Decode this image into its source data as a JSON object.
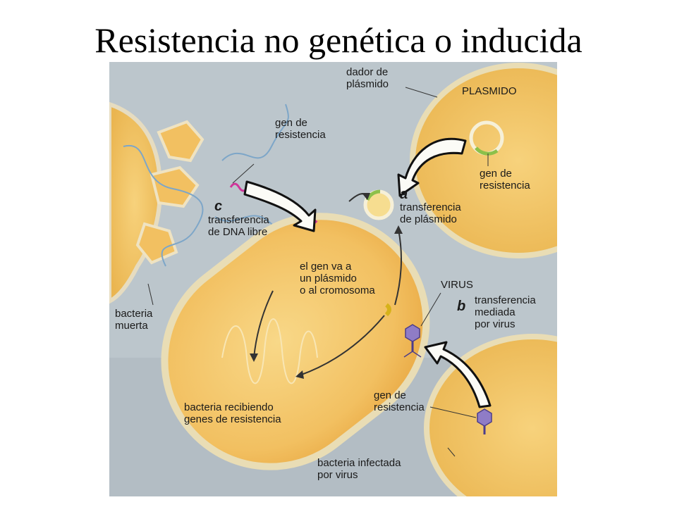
{
  "slide": {
    "title": "Resistencia no genética o inducida"
  },
  "colors": {
    "background": "#bcc6cc",
    "cell_fill": "#f2c061",
    "cell_outline": "#e9ddb5",
    "dna": "#7da6c8",
    "resistance_gene": "#d0349a",
    "arrow": "#111111"
  },
  "figure": {
    "labels": {
      "plasmid_donor": [
        "dador de",
        "plásmido"
      ],
      "plasmid": "PLASMIDO",
      "plasmid_gene": [
        "gen de",
        "resistencia"
      ],
      "free_dna_gene": [
        "gen de",
        "resistencia"
      ],
      "letter_a": "a",
      "plasmid_transfer": [
        "transferencia",
        "de plásmido"
      ],
      "letter_c": "c",
      "dna_transfer": [
        "transferencia",
        "de DNA libre"
      ],
      "gene_destination": [
        "el gen va a",
        "un plásmido",
        "o al cromosoma"
      ],
      "virus": "VIRUS",
      "letter_b": "b",
      "virus_transfer": [
        "transferencia",
        "mediada",
        "por virus"
      ],
      "dead_bacterium": [
        "bacteria",
        "muerta"
      ],
      "virus_gene": [
        "gen de",
        "resistencia"
      ],
      "receiving_bacterium": [
        "bacteria recibiendo",
        "genes de resistencia"
      ],
      "infected_bacterium": [
        "bacteria infectada",
        "por virus"
      ]
    }
  }
}
